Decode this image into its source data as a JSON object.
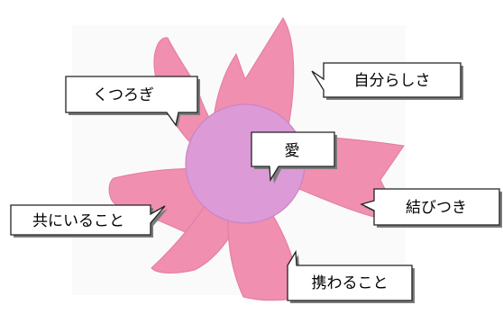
{
  "diagram": {
    "center": {
      "label": "愛"
    },
    "labels": {
      "self": "自分らしさ",
      "relax": "くつろぎ",
      "together": "共にいること",
      "bond": "結びつき",
      "involve": "携わること"
    }
  },
  "colors": {
    "petal": "#f08fb0",
    "petal_edge": "#e57aa0",
    "center": "#dc9ad6",
    "center_edge": "#c985c4"
  }
}
